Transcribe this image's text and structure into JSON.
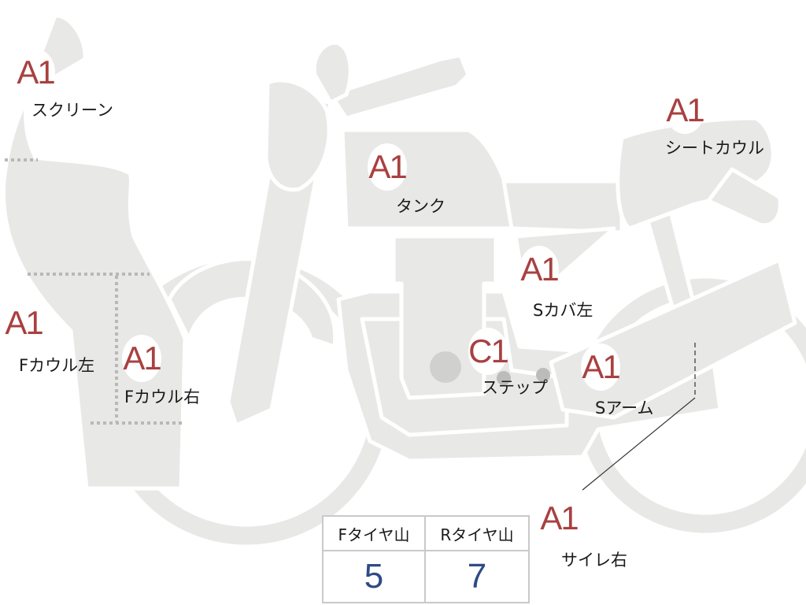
{
  "parts": [
    {
      "id": "screen",
      "grade": "A1",
      "label": "スクリーン"
    },
    {
      "id": "tank",
      "grade": "A1",
      "label": "タンク"
    },
    {
      "id": "seat-cowl",
      "grade": "A1",
      "label": "シートカウル"
    },
    {
      "id": "side-cover-left",
      "grade": "A1",
      "label": "Sカバ左"
    },
    {
      "id": "front-cowl-left",
      "grade": "A1",
      "label": "Fカウル左"
    },
    {
      "id": "front-cowl-right",
      "grade": "A1",
      "label": "Fカウル右"
    },
    {
      "id": "step",
      "grade": "C1",
      "label": "ステップ"
    },
    {
      "id": "swing-arm",
      "grade": "A1",
      "label": "Sアーム"
    },
    {
      "id": "muffler-right",
      "grade": "A1",
      "label": "サイレ右"
    }
  ],
  "tread_table": {
    "front_label": "Fタイヤ山",
    "rear_label": "Rタイヤ山",
    "front_value": "5",
    "rear_value": "7"
  },
  "colors": {
    "grade": "#a94040",
    "value": "#2f4a86",
    "body": "#e8e8e6"
  }
}
